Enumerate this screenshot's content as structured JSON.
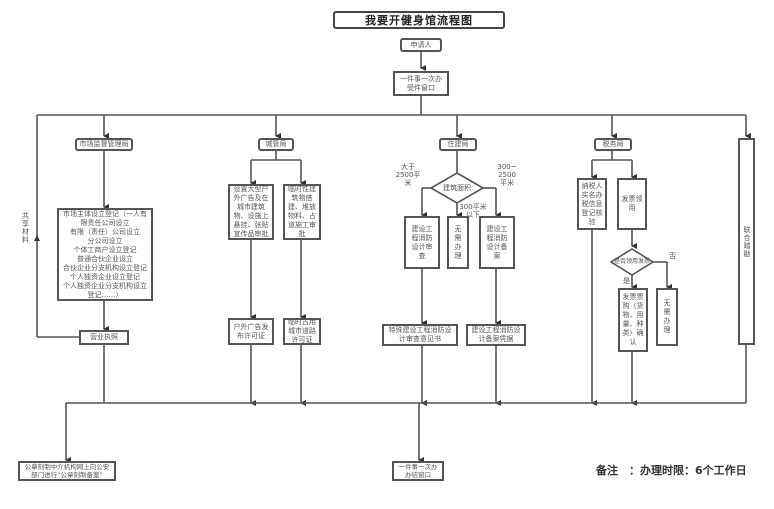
{
  "title": "我要开健身馆流程图",
  "applicant": "申请人",
  "window_top": "一件事一次办\n受件窗口",
  "shared_materials": "共\n享\n材\n料",
  "departments": {
    "market": {
      "name": "市场监督管理局",
      "registration": "市场主体设立登记（一人有\n限责任公司设立\n有限（责任）公司设立\n分公司设立\n个体工商户设立登记\n普通合伙企业设立\n合伙企业分支机构设立登记\n个人独资企业设立登记\n个人独资企业分支机构设立\n登记……）",
      "license": "营业执照"
    },
    "urban": {
      "name": "城管局",
      "left_item": "设置大型户\n外广告及在\n城市建筑\n物、设施上\n悬挂、张贴\n宣传品审批",
      "right_item": "临时性建\n筑物搭\n建、堆放\n物料、占\n道施工审\n批",
      "left_result": "户外广告发\n布许可证",
      "right_result": "临时占用\n城市道路\n许可证"
    },
    "housing": {
      "name": "住建局",
      "decision": "建筑面积",
      "branch_left": "大于\n2500平\n米",
      "branch_right": "300~\n2500\n平米",
      "branch_mid": "300平米\n以下",
      "left_item": "建设工\n程消防\n设计审\n查",
      "mid_item": "无\n需\n办\n理",
      "right_item": "建设工\n程消防\n设计备\n案",
      "left_result": "特殊建设工程消防设\n计审查意见书",
      "right_result": "建设工程消防设\n计备案凭据"
    },
    "tax": {
      "name": "税务局",
      "left_item": "纳税人\n实名办\n税信息\n登记核\n验",
      "right_item": "发票领\n用",
      "decision": "是否领用发票",
      "yes": "是",
      "no": "否",
      "yes_item": "发票票\n购（货\n物、用\n量、种\n类）确\n认",
      "no_item": "无\n需\n办\n理"
    },
    "joint": {
      "name": "联合踏勘"
    }
  },
  "seal_box": "公章刻制中介机构网上向公安\n部门进行“公章刻制备案”",
  "window_bottom": "一件事一次办\n办结窗口",
  "note": "备注　：办理时限：6个工作日"
}
